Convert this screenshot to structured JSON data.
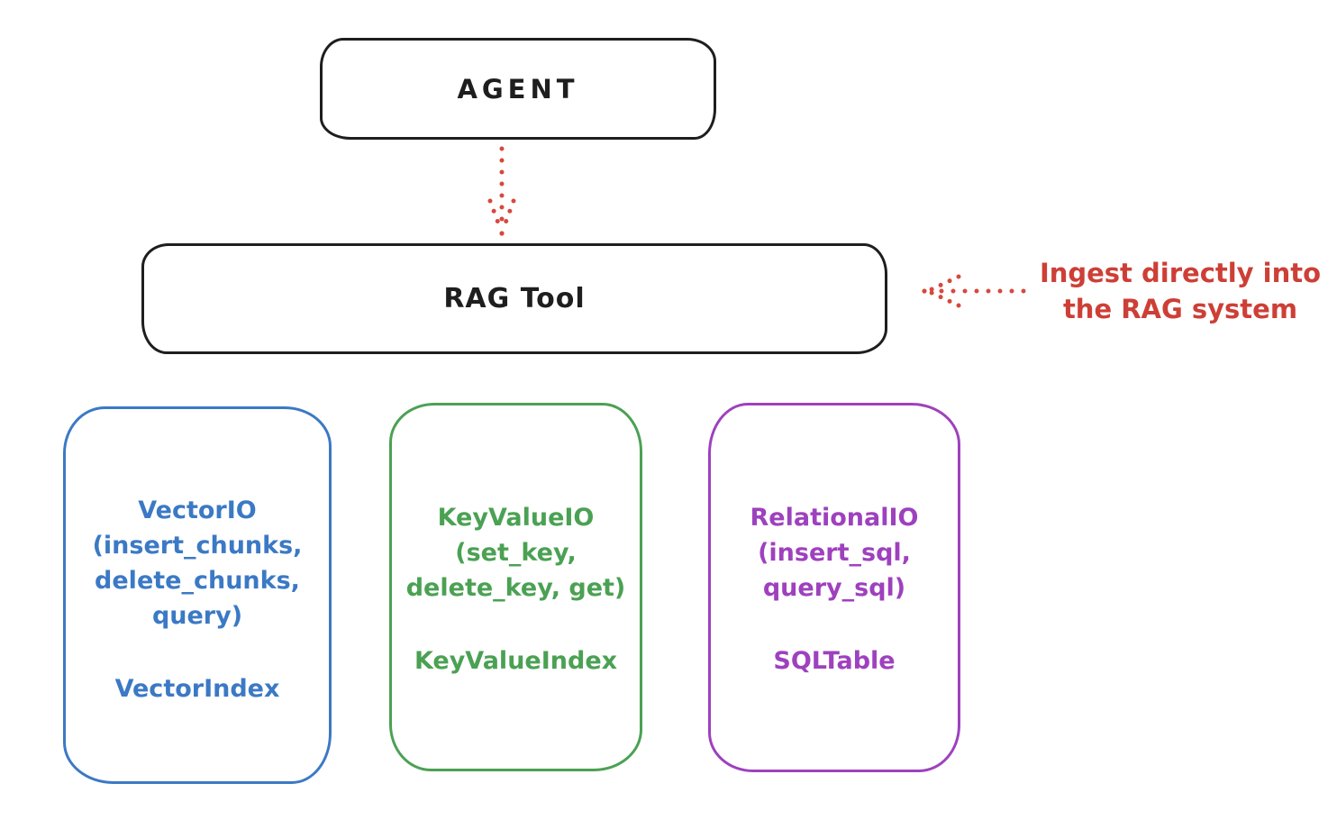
{
  "agent_box": {
    "label": "AGENT"
  },
  "rag_tool_box": {
    "label": "RAG Tool"
  },
  "annotation": {
    "line1": "Ingest directly into",
    "line2": "the RAG system"
  },
  "arrows": {
    "agent_to_rag": {
      "style": "dotted",
      "direction": "down",
      "color": "#d6483e"
    },
    "annotation_to_rag": {
      "style": "dotted",
      "direction": "left",
      "color": "#d6483e"
    }
  },
  "backends": [
    {
      "title": "VectorIO",
      "methods": "(insert_chunks,\ndelete_chunks,\nquery)",
      "index": "VectorIndex",
      "color": "#3b79c5"
    },
    {
      "title": "KeyValueIO",
      "methods": "(set_key,\ndelete_key, get)",
      "index": "KeyValueIndex",
      "color": "#4ba153"
    },
    {
      "title": "RelationalIO",
      "methods": "(insert_sql,\nquery_sql)",
      "index": "SQLTable",
      "color": "#9e41be"
    }
  ],
  "colors": {
    "outline": "#1e1e1e",
    "accent_red": "#cd3f36",
    "blue": "#3b79c5",
    "green": "#4ba153",
    "purple": "#9e41be",
    "background": "#ffffff"
  }
}
